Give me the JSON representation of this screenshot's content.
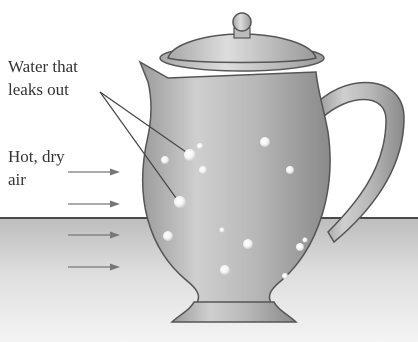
{
  "labels": {
    "water_line1": "Water that",
    "water_line2": "leaks out",
    "air_line1": "Hot, dry",
    "air_line2": "air"
  },
  "colors": {
    "pitcher_light": "#dcdcdc",
    "pitcher_mid": "#b4b4b4",
    "pitcher_dark": "#8c8c8c",
    "outline": "#555555",
    "table_top": "#c8c8c8",
    "table_bottom": "#eeeeee",
    "arrow": "#777777",
    "droplet": "#ffffff"
  },
  "icons": {
    "pitcher": "pitcher-icon",
    "droplet": "water-droplet",
    "arrow": "right-arrow-icon"
  }
}
